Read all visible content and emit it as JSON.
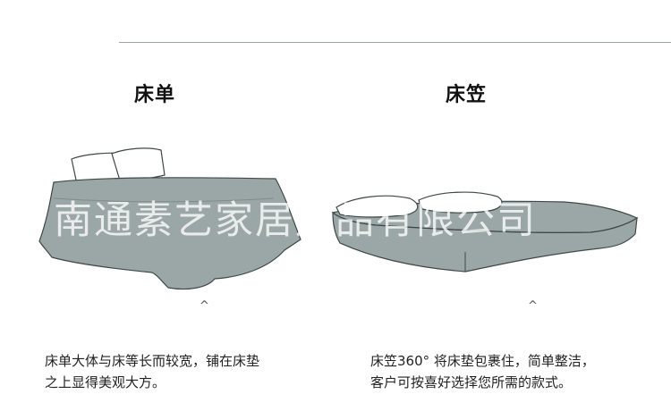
{
  "left": {
    "title": "床单",
    "caret": "^",
    "desc_line1": "床单大体与床等长而较宽，铺在床垫",
    "desc_line2": "之上显得美观大方。"
  },
  "right": {
    "title": "床笠",
    "caret": "^",
    "desc_line1": "床笠360°  将床垫包裹住，简单整洁，",
    "desc_line2": "客户可按喜好选择您所需的款式。"
  },
  "watermark": "南通素艺家居用品有限公司",
  "colors": {
    "fabric": "#9aa7a6",
    "outline": "#3e4848",
    "pillow": "#ffffff",
    "rule": "#9aa7a6"
  }
}
